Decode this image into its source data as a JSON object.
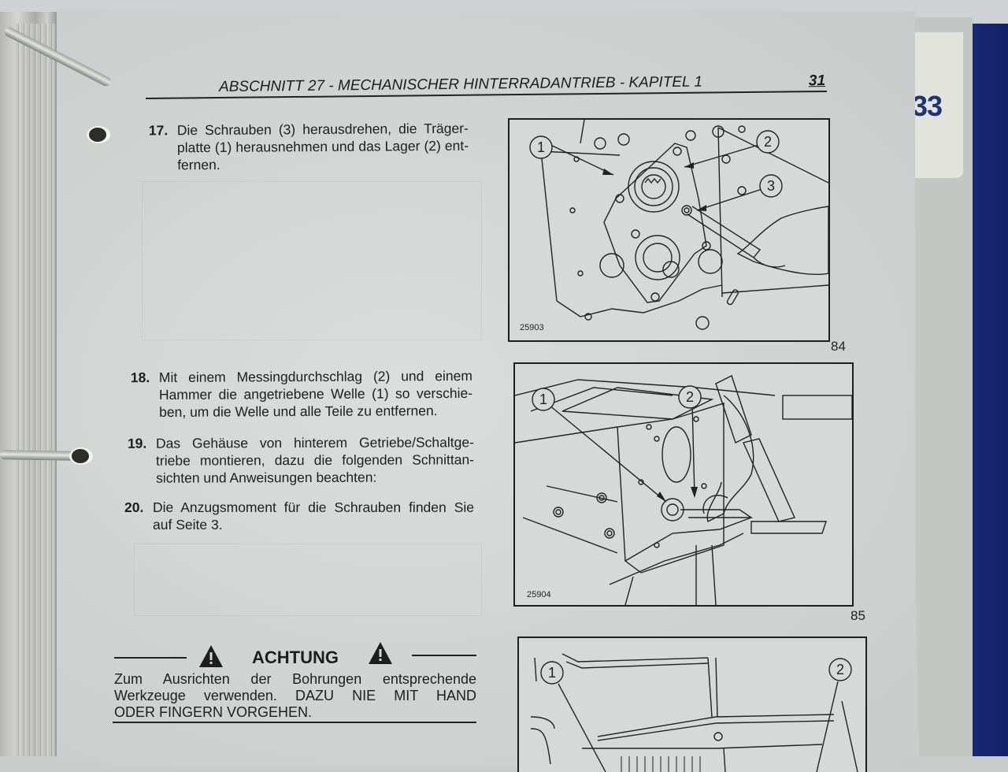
{
  "header": {
    "title": "ABSCHNITT 27 - MECHANISCHER HINTERRADANTRIEB - KAPITEL 1",
    "page_number": "31"
  },
  "tab": {
    "number": "33"
  },
  "steps": [
    {
      "num": "17.",
      "lines": [
        "Die Schrauben (3) herausdrehen, die Träger-",
        "platte (1) herausnehmen und das Lager (2) ent-",
        "fernen."
      ]
    },
    {
      "num": "18.",
      "lines": [
        "Mit einem Messingdurchschlag (2) und einem",
        "Hammer die angetriebene Welle (1) so verschie-",
        "ben, um die Welle und alle Teile zu entfernen."
      ]
    },
    {
      "num": "19.",
      "lines": [
        "Das Gehäuse von hinterem Getriebe/Schaltge-",
        "triebe montieren, dazu die folgenden Schnittan-",
        "sichten und Anweisungen beachten:"
      ]
    },
    {
      "num": "20.",
      "lines": [
        "Die Anzugsmoment für die Schrauben finden Sie",
        "auf Seite 3."
      ]
    }
  ],
  "warning": {
    "title": "ACHTUNG",
    "lines": [
      "Zum Ausrichten der Bohrungen entsprechende",
      "Werkzeuge verwenden. DAZU NIE MIT HAND",
      "ODER FINGERN VORGEHEN."
    ]
  },
  "figures": [
    {
      "code": "25903",
      "number": "84",
      "callouts": [
        "1",
        "2",
        "3"
      ]
    },
    {
      "code": "25904",
      "number": "85",
      "callouts": [
        "1",
        "2"
      ]
    },
    {
      "code": "",
      "number": "",
      "callouts": [
        "1",
        "2"
      ]
    }
  ]
}
